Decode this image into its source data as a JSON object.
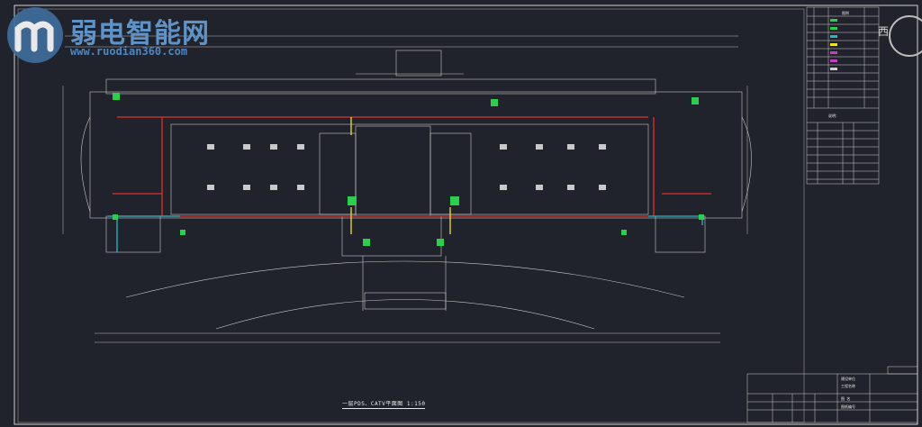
{
  "watermark": {
    "title": "弱电智能网",
    "url": "www.ruodian360.com"
  },
  "drawing": {
    "title": "一层PDS、CATV平面图 1:150"
  },
  "legend": {
    "header": "图例",
    "note": "说明：",
    "big_char": "西"
  },
  "title_block": {
    "rows": [
      "建设单位",
      "工程名称",
      "图 名",
      "图纸编号"
    ]
  },
  "colors": {
    "background": "#20232b",
    "wall": "#c9c9c9",
    "cable_red": "#e0322b",
    "cable_cyan": "#27b8c6",
    "device_green": "#29d14a",
    "riser_yellow": "#f2e22a"
  }
}
